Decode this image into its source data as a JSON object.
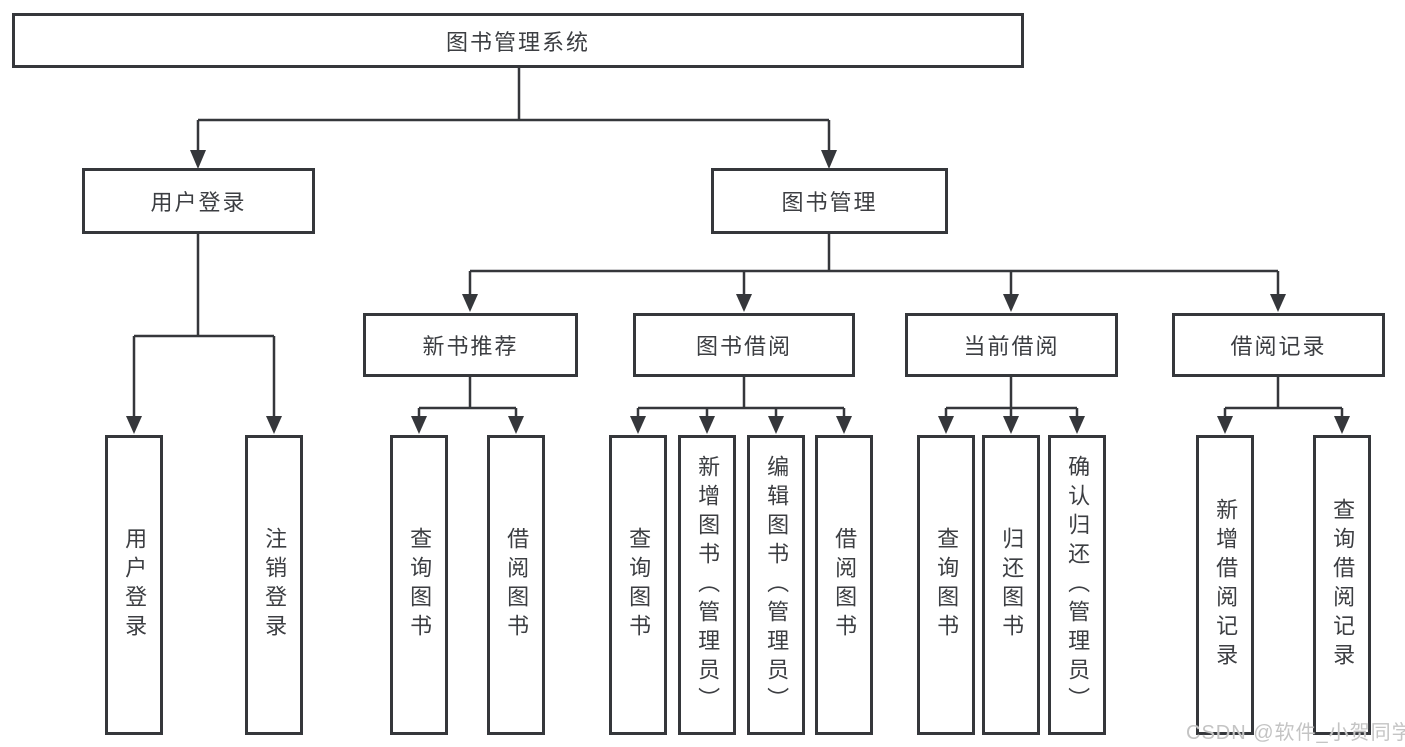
{
  "tree": {
    "root": "图书管理系统",
    "children": [
      {
        "label": "用户登录",
        "children": [
          {
            "label": "用户登录"
          },
          {
            "label": "注销登录"
          }
        ]
      },
      {
        "label": "图书管理",
        "children": [
          {
            "label": "新书推荐",
            "children": [
              {
                "label": "查询图书"
              },
              {
                "label": "借阅图书"
              }
            ]
          },
          {
            "label": "图书借阅",
            "children": [
              {
                "label": "查询图书"
              },
              {
                "label": "新增图书（管理员）"
              },
              {
                "label": "编辑图书（管理员）"
              },
              {
                "label": "借阅图书"
              }
            ]
          },
          {
            "label": "当前借阅",
            "children": [
              {
                "label": "查询图书"
              },
              {
                "label": "归还图书"
              },
              {
                "label": "确认归还（管理员）"
              }
            ]
          },
          {
            "label": "借阅记录",
            "children": [
              {
                "label": "新增借阅记录"
              },
              {
                "label": "查询借阅记录"
              }
            ]
          }
        ]
      }
    ]
  },
  "watermark": "CSDN @软件_小贺同学",
  "colors": {
    "line": "#35373b",
    "text": "#3c3e42",
    "box_background": "#ffffff",
    "watermark": "#c4c4c4",
    "page_background": "#ffffff"
  }
}
